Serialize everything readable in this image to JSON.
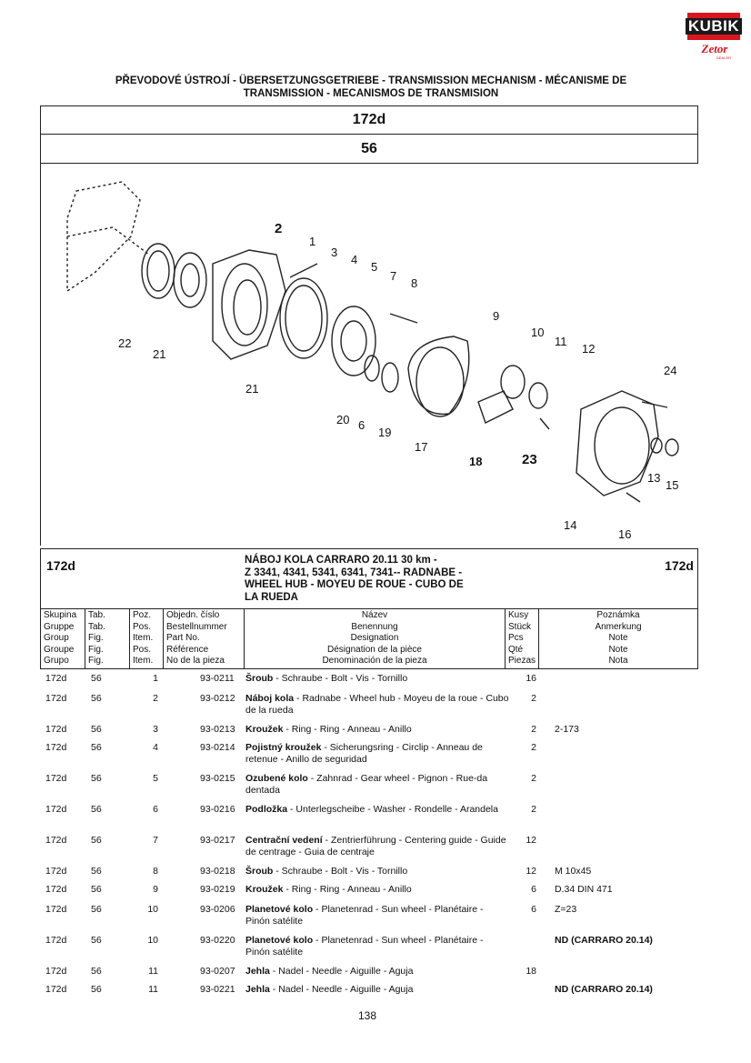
{
  "logo": {
    "brand": "KUBIK",
    "sub": "Zetor",
    "tag": "DEALER"
  },
  "title": {
    "line1": "PŘEVODOVÉ ÚSTROJÍ - ÜBERSETZUNGSGETRIEBE - TRANSMISSION MECHANISM - MÉCANISME DE",
    "line2": "TRANSMISSION - MECANISMOS DE TRANSMISION"
  },
  "group": "172d",
  "table_no": "56",
  "diagram_labels": [
    "2",
    "1",
    "3",
    "4",
    "5",
    "7",
    "8",
    "22",
    "21",
    "21",
    "9",
    "10",
    "11",
    "12",
    "20",
    "6",
    "19",
    "17",
    "18",
    "23",
    "24",
    "13",
    "15",
    "14",
    "16"
  ],
  "section": {
    "left": "172d",
    "right": "172d",
    "name_l1": "NÁBOJ KOLA CARRARO 20.11  30 km -",
    "name_l2": "Z 3341, 4341, 5341, 6341, 7341-- RADNABE -",
    "name_l3": "WHEEL HUB - MOYEU DE ROUE - CUBO DE",
    "name_l4": "LA RUEDA"
  },
  "columns": {
    "group": [
      "Skupina",
      "Gruppe",
      "Group",
      "Groupe",
      "Grupo"
    ],
    "tab": [
      "Tab.",
      "Tab.",
      "Fig.",
      "Fig.",
      "Fig."
    ],
    "pos": [
      "Poz.",
      "Pos.",
      "Item.",
      "Pos.",
      "Item."
    ],
    "part": [
      "Objedn. číslo",
      "Bestellnummer",
      "Part No.",
      "Référence",
      "No de la pieza"
    ],
    "name": [
      "Název",
      "Benennung",
      "Designation",
      "Désignation de la pièce",
      "Denominación de la pieza"
    ],
    "qty": [
      "Kusy",
      "Stück",
      "Pcs",
      "Qté",
      "Piezas"
    ],
    "note": [
      "Poznámka",
      "Anmerkung",
      "Note",
      "Note",
      "Nota"
    ]
  },
  "rows": [
    {
      "grp": "172d",
      "tab": "56",
      "pos": "1",
      "part": "93-0211",
      "bold": "Šroub",
      "rest": " - Schraube - Bolt - Vis - Tornillo",
      "qty": "16",
      "note": ""
    },
    {
      "grp": "172d",
      "tab": "56",
      "pos": "2",
      "part": "93-0212",
      "bold": "Náboj kola",
      "rest": " - Radnabe - Wheel hub - Moyeu de la roue - Cubo de la rueda",
      "qty": "2",
      "note": ""
    },
    {
      "grp": "172d",
      "tab": "56",
      "pos": "3",
      "part": "93-0213",
      "bold": "Kroužek",
      "rest": " - Ring - Ring - Anneau - Anillo",
      "qty": "2",
      "note": "2-173"
    },
    {
      "grp": "172d",
      "tab": "56",
      "pos": "4",
      "part": "93-0214",
      "bold": "Pojistný kroužek",
      "rest": " - Sicherungsring - Circlip - Anneau de retenue - Anillo de seguridad",
      "qty": "2",
      "note": ""
    },
    {
      "grp": "172d",
      "tab": "56",
      "pos": "5",
      "part": "93-0215",
      "bold": "Ozubené kolo",
      "rest": " - Zahnrad - Gear wheel - Pignon - Rue-da dentada",
      "qty": "2",
      "note": ""
    },
    {
      "grp": "172d",
      "tab": "56",
      "pos": "6",
      "part": "93-0216",
      "bold": "Podložka",
      "rest": " - Unterlegscheibe - Washer - Rondelle - Arandela",
      "qty": "2",
      "note": ""
    },
    {
      "grp": "172d",
      "tab": "56",
      "pos": "7",
      "part": "93-0217",
      "bold": "Centrační vedení",
      "rest": " - Zentrierführung - Centering guide - Guide de centrage - Guia de centraje",
      "qty": "12",
      "note": ""
    },
    {
      "grp": "172d",
      "tab": "56",
      "pos": "8",
      "part": "93-0218",
      "bold": "Šroub",
      "rest": " - Schraube - Bolt - Vis - Tornillo",
      "qty": "12",
      "note": "M 10x45"
    },
    {
      "grp": "172d",
      "tab": "56",
      "pos": "9",
      "part": "93-0219",
      "bold": "Kroužek",
      "rest": " - Ring - Ring - Anneau - Anillo",
      "qty": "6",
      "note": "D.34 DIN 471"
    },
    {
      "grp": "172d",
      "tab": "56",
      "pos": "10",
      "part": "93-0206",
      "bold": "Planetové kolo",
      "rest": " - Planetenrad - Sun wheel - Planétaire - Pinón satélite",
      "qty": "6",
      "note": "Z=23"
    },
    {
      "grp": "172d",
      "tab": "56",
      "pos": "10",
      "part": "93-0220",
      "bold": "Planetové kolo",
      "rest": " - Planetenrad - Sun wheel - Planétaire - Pinón satélite",
      "qty": "",
      "note": "ND (CARRARO 20.14)"
    },
    {
      "grp": "172d",
      "tab": "56",
      "pos": "11",
      "part": "93-0207",
      "bold": "Jehla",
      "rest": " - Nadel - Needle - Aiguille - Aguja",
      "qty": "18",
      "note": ""
    },
    {
      "grp": "172d",
      "tab": "56",
      "pos": "11",
      "part": "93-0221",
      "bold": "Jehla",
      "rest": " - Nadel - Needle - Aiguille - Aguja",
      "qty": "",
      "note": "ND (CARRARO 20.14)"
    }
  ],
  "page_number": "138"
}
